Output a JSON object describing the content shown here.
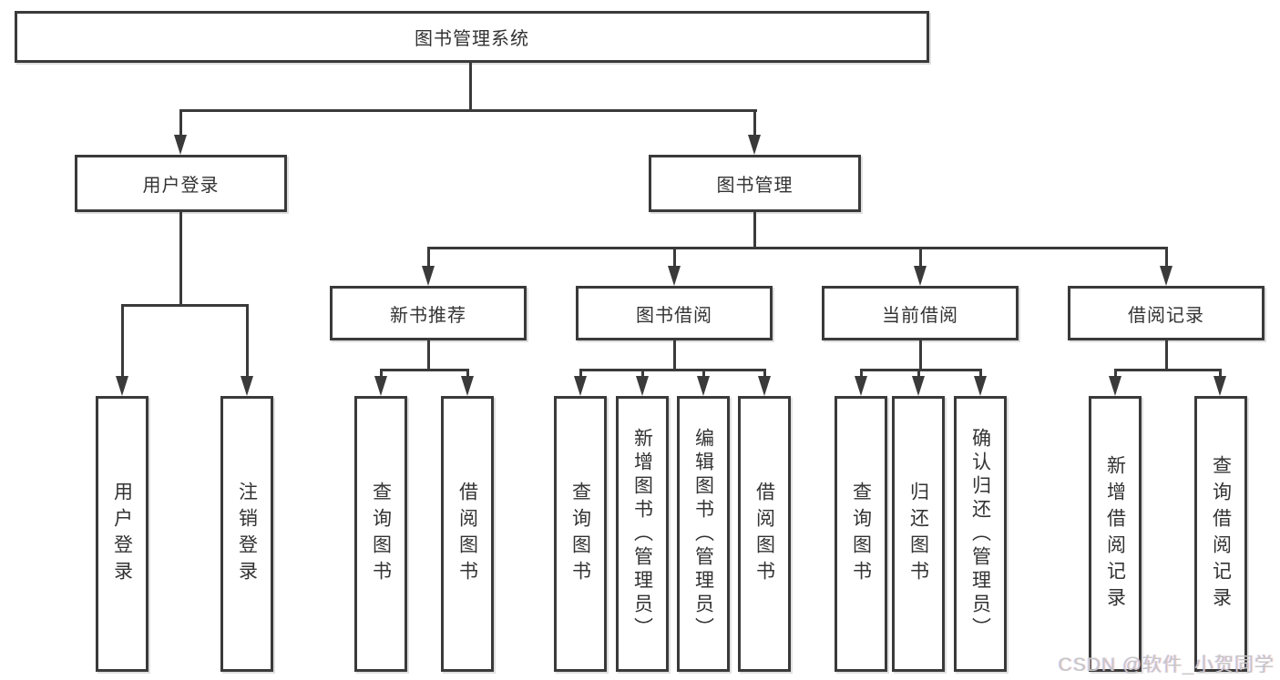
{
  "root": {
    "label": "图书管理系统"
  },
  "user_login": {
    "label": "用户登录",
    "children": [
      {
        "label": "用户登录"
      },
      {
        "label": "注销登录"
      }
    ]
  },
  "book_management": {
    "label": "图书管理",
    "groups": [
      {
        "label": "新书推荐",
        "children": [
          {
            "label": "查询图书"
          },
          {
            "label": "借阅图书"
          }
        ]
      },
      {
        "label": "图书借阅",
        "children": [
          {
            "label": "查询图书"
          },
          {
            "label": "新增图书（管理员）"
          },
          {
            "label": "编辑图书（管理员）"
          },
          {
            "label": "借阅图书"
          }
        ]
      },
      {
        "label": "当前借阅",
        "children": [
          {
            "label": "查询图书"
          },
          {
            "label": "归还图书"
          },
          {
            "label": "确认归还（管理员）"
          }
        ]
      },
      {
        "label": "借阅记录",
        "children": [
          {
            "label": "新增借阅记录"
          },
          {
            "label": "查询借阅记录"
          }
        ]
      }
    ]
  },
  "watermark": {
    "text": "CSDN @软件_小贺同学"
  },
  "colors": {
    "line": "#3a3a3a",
    "text": "#333333",
    "watermark": "#c6c6c6",
    "background": "#ffffff"
  }
}
